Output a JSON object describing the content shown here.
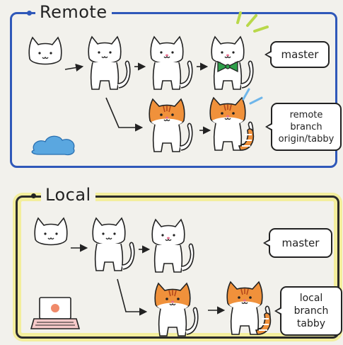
{
  "remote": {
    "title": "Remote",
    "master_label": "master",
    "branch_label_line1": "remote branch",
    "branch_label_line2": "origin/tabby"
  },
  "local": {
    "title": "Local",
    "master_label": "master",
    "branch_label_line1": "local branch",
    "branch_label_line2": "tabby"
  },
  "colors": {
    "remote_border": "#2f58b9",
    "local_highlight": "#f3ee9c",
    "tabby_orange": "#f0913b",
    "bowtie_green": "#2ea04a",
    "cloud_blue": "#5aa7e0"
  },
  "icons": [
    "cloud-icon",
    "laptop-icon",
    "bowtie-icon"
  ]
}
